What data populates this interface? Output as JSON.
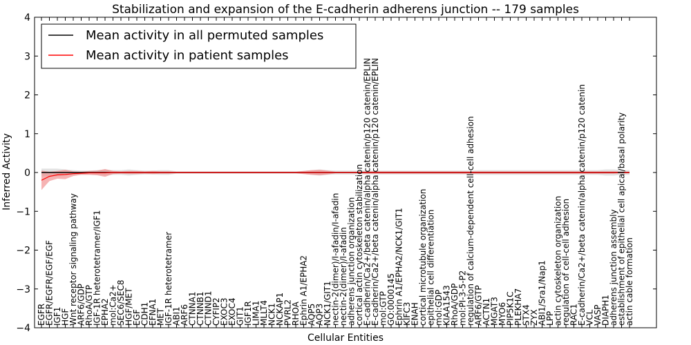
{
  "chart_data": {
    "type": "line",
    "title": "Stabilization and expansion of the E-cadherin adherens junction -- 179 samples",
    "xlabel": "Cellular Entities",
    "ylabel": "Inferred Activity",
    "ylim": [
      -4,
      4
    ],
    "yticks": [
      -4,
      -3,
      -2,
      -1,
      0,
      1,
      2,
      3,
      4
    ],
    "ytick_labels": [
      "−4",
      "−3",
      "−2",
      "−1",
      "0",
      "1",
      "2",
      "3",
      "4"
    ],
    "grid": false,
    "legend_position": "upper-left",
    "categories": [
      "EGFR",
      "EGFR/EGFR/EGF/EGF",
      "IGF1",
      "HGF",
      "Wnt receptor signaling pathway",
      "ARF6/GDP",
      "RhoA/GTP",
      "IGF-1R heterotetramer/IGF1",
      "EPHA2",
      "mol:Ca2+",
      "SEC6/SEC8",
      "HGF/MET",
      "EGF",
      "CDH1",
      "EFNA1",
      "MET",
      "IGF-1R heterotetramer",
      "ABI1",
      "ARF6",
      "CTNNA1",
      "CTNNB1",
      "CTNND1",
      "CYFIP2",
      "EXOC3",
      "EXOC4",
      "GIT1",
      "IGF1R",
      "LIMA1",
      "MLLT4",
      "NCK1",
      "NCKAP1",
      "PVRL2",
      "RHOA",
      "Ephrin A1/EPHA2",
      "AQP5",
      "AQP3",
      "NCK1/GIT1",
      "nectin-2(dimer)/I-afadin/I-afadin",
      "nectin-2(dimer)/I-afadin",
      "adherens junction organization",
      "cortical actin cytoskeleton stabilization",
      "E-cadherin/Ca2+/beta catenin/alpha catenin/p120 catenin/EPLIN",
      "E-cadherin/Ca2+/beta catenin/alpha catenin/p120 catenin/EPLIN",
      "mol:GTP",
      "GO:0000145",
      "Ephrin A1/EPHA2/NCK1/GIT1",
      "KIFC3",
      "ENAH",
      "cortical microtubule organization",
      "epithelial cell differentiation",
      "mol:GDP",
      "KIAA1543",
      "RhoA/GDP",
      "mol:PI-3-5-P2",
      "regulation of calcium-dependent cell-cell adhesion",
      "ARF6/GTP",
      "ACTN1",
      "MGAT3",
      "MYO6",
      "PIP5K1C",
      "PLEKHA7",
      "STX4",
      "ZYX",
      "ABI1/Sra1/Nap1",
      "LPP",
      "actin cytoskeleton organization",
      "regulation of cell-cell adhesion",
      "RAC1",
      "E-cadherin/Ca2+/beta catenin/alpha catenin/p120 catenin",
      "VCL",
      "VASP",
      "DIAPH1",
      "adherens junction assembly",
      "establishment of epithelial cell apical/basal polarity",
      "actin cable formation"
    ],
    "series": [
      {
        "name": "Mean activity in all permuted samples",
        "color": "#000000",
        "values": [
          0.0,
          0.0,
          0.0,
          0.0,
          0.0,
          0.0,
          0.0,
          0.0,
          0.0,
          0.0,
          0.0,
          0.0,
          0.0,
          0.0,
          0.0,
          0.0,
          0.0,
          0.0,
          0.0,
          0.0,
          0.0,
          0.0,
          0.0,
          0.0,
          0.0,
          0.0,
          0.0,
          0.0,
          0.0,
          0.0,
          0.0,
          0.0,
          0.0,
          0.0,
          0.0,
          0.0,
          0.0,
          0.0,
          0.0,
          0.0,
          0.0,
          0.0,
          0.0,
          0.0,
          0.0,
          0.0,
          0.0,
          0.0,
          0.0,
          0.0,
          0.0,
          0.0,
          0.0,
          0.0,
          0.0,
          0.0,
          0.0,
          0.0,
          0.0,
          0.0,
          0.0,
          0.0,
          0.0,
          0.0,
          0.0,
          0.0,
          0.0,
          0.0,
          0.0,
          0.0,
          0.0,
          0.0,
          0.0,
          0.0,
          0.0
        ],
        "band": [
          0.1,
          0.1,
          0.1,
          0.08,
          0.06,
          0.05,
          0.05,
          0.06,
          0.08,
          0.06,
          0.06,
          0.08,
          0.06,
          0.05,
          0.05,
          0.06,
          0.06,
          0.03,
          0.03,
          0.03,
          0.03,
          0.03,
          0.03,
          0.03,
          0.03,
          0.03,
          0.03,
          0.03,
          0.03,
          0.03,
          0.03,
          0.03,
          0.03,
          0.04,
          0.06,
          0.08,
          0.06,
          0.05,
          0.05,
          0.05,
          0.05,
          0.05,
          0.05,
          0.05,
          0.05,
          0.05,
          0.05,
          0.05,
          0.05,
          0.05,
          0.05,
          0.05,
          0.05,
          0.05,
          0.05,
          0.06,
          0.06,
          0.06,
          0.06,
          0.06,
          0.06,
          0.06,
          0.06,
          0.06,
          0.06,
          0.06,
          0.06,
          0.06,
          0.06,
          0.06,
          0.06,
          0.08,
          0.08,
          0.06,
          0.06
        ],
        "band_color": "#cccccc"
      },
      {
        "name": "Mean activity in patient samples",
        "color": "#ff0000",
        "values": [
          -0.2,
          -0.1,
          -0.06,
          -0.05,
          -0.03,
          -0.02,
          -0.01,
          -0.01,
          -0.01,
          0.0,
          0.0,
          0.0,
          0.0,
          0.0,
          0.0,
          0.0,
          0.0,
          0.0,
          0.0,
          0.0,
          0.0,
          0.0,
          0.0,
          0.0,
          0.0,
          0.0,
          0.0,
          0.0,
          0.0,
          0.0,
          0.0,
          0.0,
          0.0,
          0.0,
          0.0,
          0.0,
          0.0,
          0.0,
          0.0,
          0.0,
          0.0,
          0.0,
          0.0,
          0.0,
          0.0,
          0.0,
          0.0,
          0.0,
          0.0,
          0.0,
          0.0,
          0.0,
          0.0,
          0.0,
          0.0,
          0.0,
          0.0,
          0.0,
          0.0,
          0.0,
          0.0,
          0.0,
          0.0,
          0.0,
          0.0,
          0.0,
          0.0,
          0.0,
          0.0,
          0.0,
          0.0,
          0.0,
          0.0,
          0.0,
          0.0
        ],
        "band": [
          0.25,
          0.12,
          0.1,
          0.12,
          0.06,
          0.04,
          0.05,
          0.06,
          0.1,
          0.04,
          0.03,
          0.04,
          0.04,
          0.03,
          0.04,
          0.03,
          0.03,
          0.02,
          0.02,
          0.02,
          0.02,
          0.02,
          0.02,
          0.02,
          0.02,
          0.02,
          0.02,
          0.02,
          0.02,
          0.02,
          0.02,
          0.02,
          0.02,
          0.04,
          0.06,
          0.07,
          0.05,
          0.02,
          0.02,
          0.02,
          0.02,
          0.03,
          0.03,
          0.03,
          0.03,
          0.03,
          0.03,
          0.03,
          0.03,
          0.03,
          0.03,
          0.03,
          0.03,
          0.03,
          0.03,
          0.03,
          0.03,
          0.03,
          0.03,
          0.03,
          0.03,
          0.03,
          0.03,
          0.03,
          0.03,
          0.03,
          0.03,
          0.03,
          0.03,
          0.03,
          0.03,
          0.03,
          0.03,
          0.02,
          0.02
        ],
        "band_color": "#f08080"
      }
    ]
  }
}
